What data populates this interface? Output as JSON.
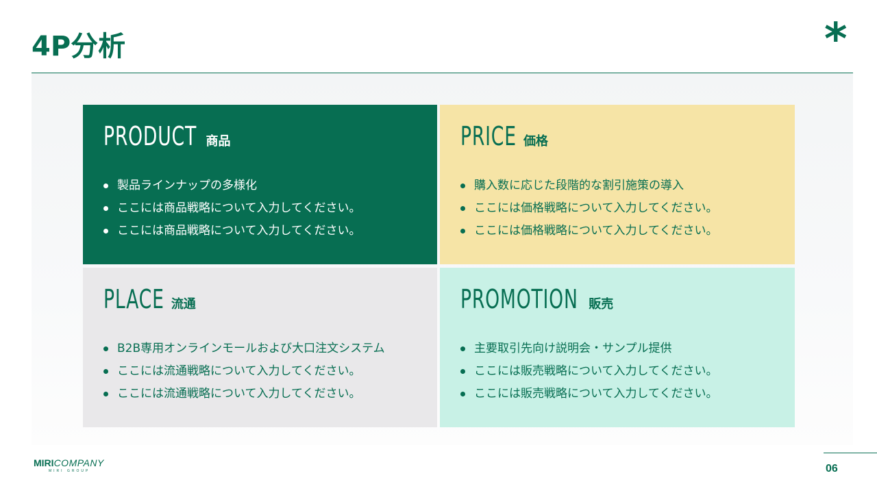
{
  "title": "4P分析",
  "decoration": {
    "asterisk": "*"
  },
  "quadrants": [
    {
      "title_en": "PRODUCT",
      "title_jp": "商品",
      "items": [
        "製品ラインナップの多様化",
        "ここには商品戦略について入力してください。",
        "ここには商品戦略について入力してください。"
      ]
    },
    {
      "title_en": "PRICE",
      "title_jp": "価格",
      "items": [
        "購入数に応じた段階的な割引施策の導入",
        "ここには価格戦略について入力してください。",
        "ここには価格戦略について入力してください。"
      ]
    },
    {
      "title_en": "PLACE",
      "title_jp": "流通",
      "items": [
        "B2B専用オンラインモールおよび大口注文システム",
        "ここには流通戦略について入力してください。",
        "ここには流通戦略について入力してください。"
      ]
    },
    {
      "title_en": "PROMOTION",
      "title_jp": "販売",
      "items": [
        "主要取引先向け説明会・サンプル提供",
        "ここには販売戦略について入力してください。",
        "ここには販売戦略について入力してください。"
      ]
    }
  ],
  "footer": {
    "logo_mark": "MIRI",
    "logo_word": "COMPANY",
    "logo_sub": "MIRI GROUP",
    "page_number": "06"
  },
  "colors": {
    "brand_green": "#076e52",
    "product_bg": "#076e52",
    "price_bg": "#f6e4a6",
    "place_bg": "#e9e8ea",
    "promotion_bg": "#c8f1e6"
  }
}
